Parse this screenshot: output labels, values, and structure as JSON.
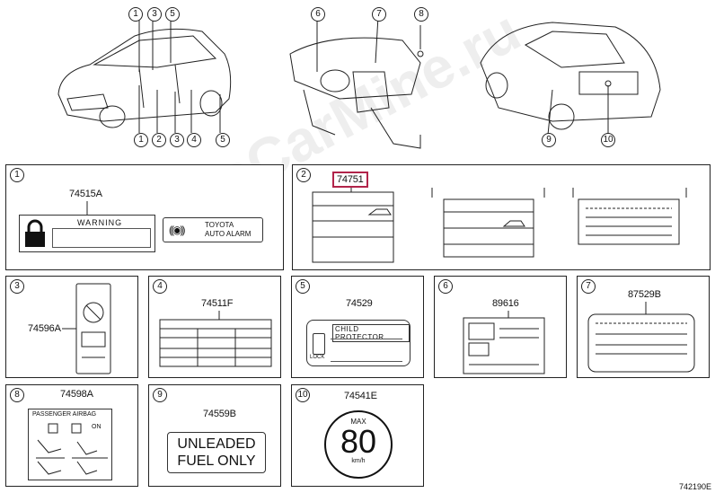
{
  "callouts_top": [
    "1",
    "3",
    "5",
    "6",
    "7",
    "8"
  ],
  "callouts_bottom": [
    "1",
    "2",
    "3",
    "4",
    "5",
    "9",
    "10"
  ],
  "panels": [
    {
      "num": "1",
      "parts": [
        {
          "pn": "74515A"
        }
      ],
      "warning": "WARNING",
      "toyota_line1": "TOYOTA",
      "toyota_line2": "AUTO ALARM"
    },
    {
      "num": "2",
      "pn": "74751"
    },
    {
      "num": "3",
      "pn": "74596A"
    },
    {
      "num": "4",
      "pn": "74511F"
    },
    {
      "num": "5",
      "pn": "74529",
      "label_text": "CHILD PROTECTOR",
      "lock_text": "LOCK"
    },
    {
      "num": "6",
      "pn": "89616"
    },
    {
      "num": "7",
      "pn": "87529B"
    },
    {
      "num": "8",
      "pn": "74598A",
      "label_text": "PASSENGER AIRBAG",
      "on": "ON"
    },
    {
      "num": "9",
      "pn": "74559B",
      "line1": "UNLEADED",
      "line2": "FUEL ONLY"
    },
    {
      "num": "10",
      "pn": "74541E",
      "max": "MAX",
      "speed": "80",
      "unit": "km/h"
    }
  ],
  "diagram_id": "742190E",
  "watermark": "ToyotaCarMine.ru",
  "colors": {
    "highlight": "#b1244a",
    "line": "#222222"
  }
}
